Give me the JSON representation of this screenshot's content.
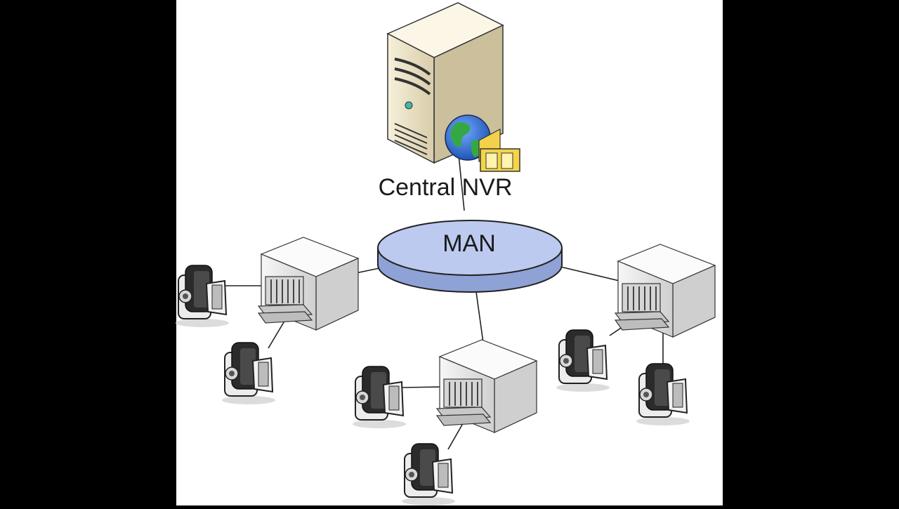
{
  "labels": {
    "server": "Central NVR",
    "network": "MAN"
  },
  "nodes": {
    "server": {
      "name": "central-nvr-server-icon",
      "icon": "tower-server-with-globe-and-folder"
    },
    "network": {
      "name": "man-network-icon",
      "icon": "network-ellipse"
    },
    "switches": [
      {
        "name": "switch-left-icon",
        "icon": "network-switch"
      },
      {
        "name": "switch-center-icon",
        "icon": "network-switch"
      },
      {
        "name": "switch-right-icon",
        "icon": "network-switch"
      }
    ],
    "cameras": [
      {
        "name": "camera-left-1-icon",
        "icon": "video-camera"
      },
      {
        "name": "camera-left-2-icon",
        "icon": "video-camera"
      },
      {
        "name": "camera-center-1-icon",
        "icon": "video-camera"
      },
      {
        "name": "camera-center-2-icon",
        "icon": "video-camera"
      },
      {
        "name": "camera-right-1-icon",
        "icon": "video-camera"
      },
      {
        "name": "camera-right-2-icon",
        "icon": "video-camera"
      }
    ]
  },
  "colors": {
    "background": "#000000",
    "panel": "#ffffff",
    "server_body": "#ece3c6",
    "network_fill": "#b9c7ea",
    "network_stroke": "#2a3040",
    "device_fill": "#e9e9e9",
    "line": "#222222"
  }
}
